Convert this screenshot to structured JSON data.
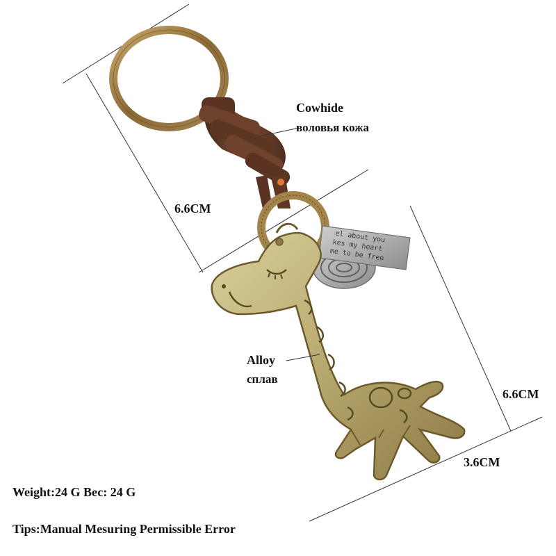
{
  "labels": {
    "cowhide_en": "Cowhide",
    "cowhide_ru": "воловья кожа",
    "alloy_en": "Alloy",
    "alloy_ru": "сплав",
    "dim_left": "6.6CM",
    "dim_right": "6.6CM",
    "dim_bottom": "3.6CM",
    "weight": "Weight:24 G  Вес: 24 G",
    "tips": "Tips:Manual Mesuring Permissible Error"
  },
  "tag": {
    "line1": "el about you",
    "line2": "kes my heart",
    "line3": "me to be free"
  },
  "colors": {
    "bronze": "#b5a56c",
    "bronze_dark": "#6d5a2c",
    "leather": "#6b3f2b",
    "silver": "#a9a9a9"
  }
}
